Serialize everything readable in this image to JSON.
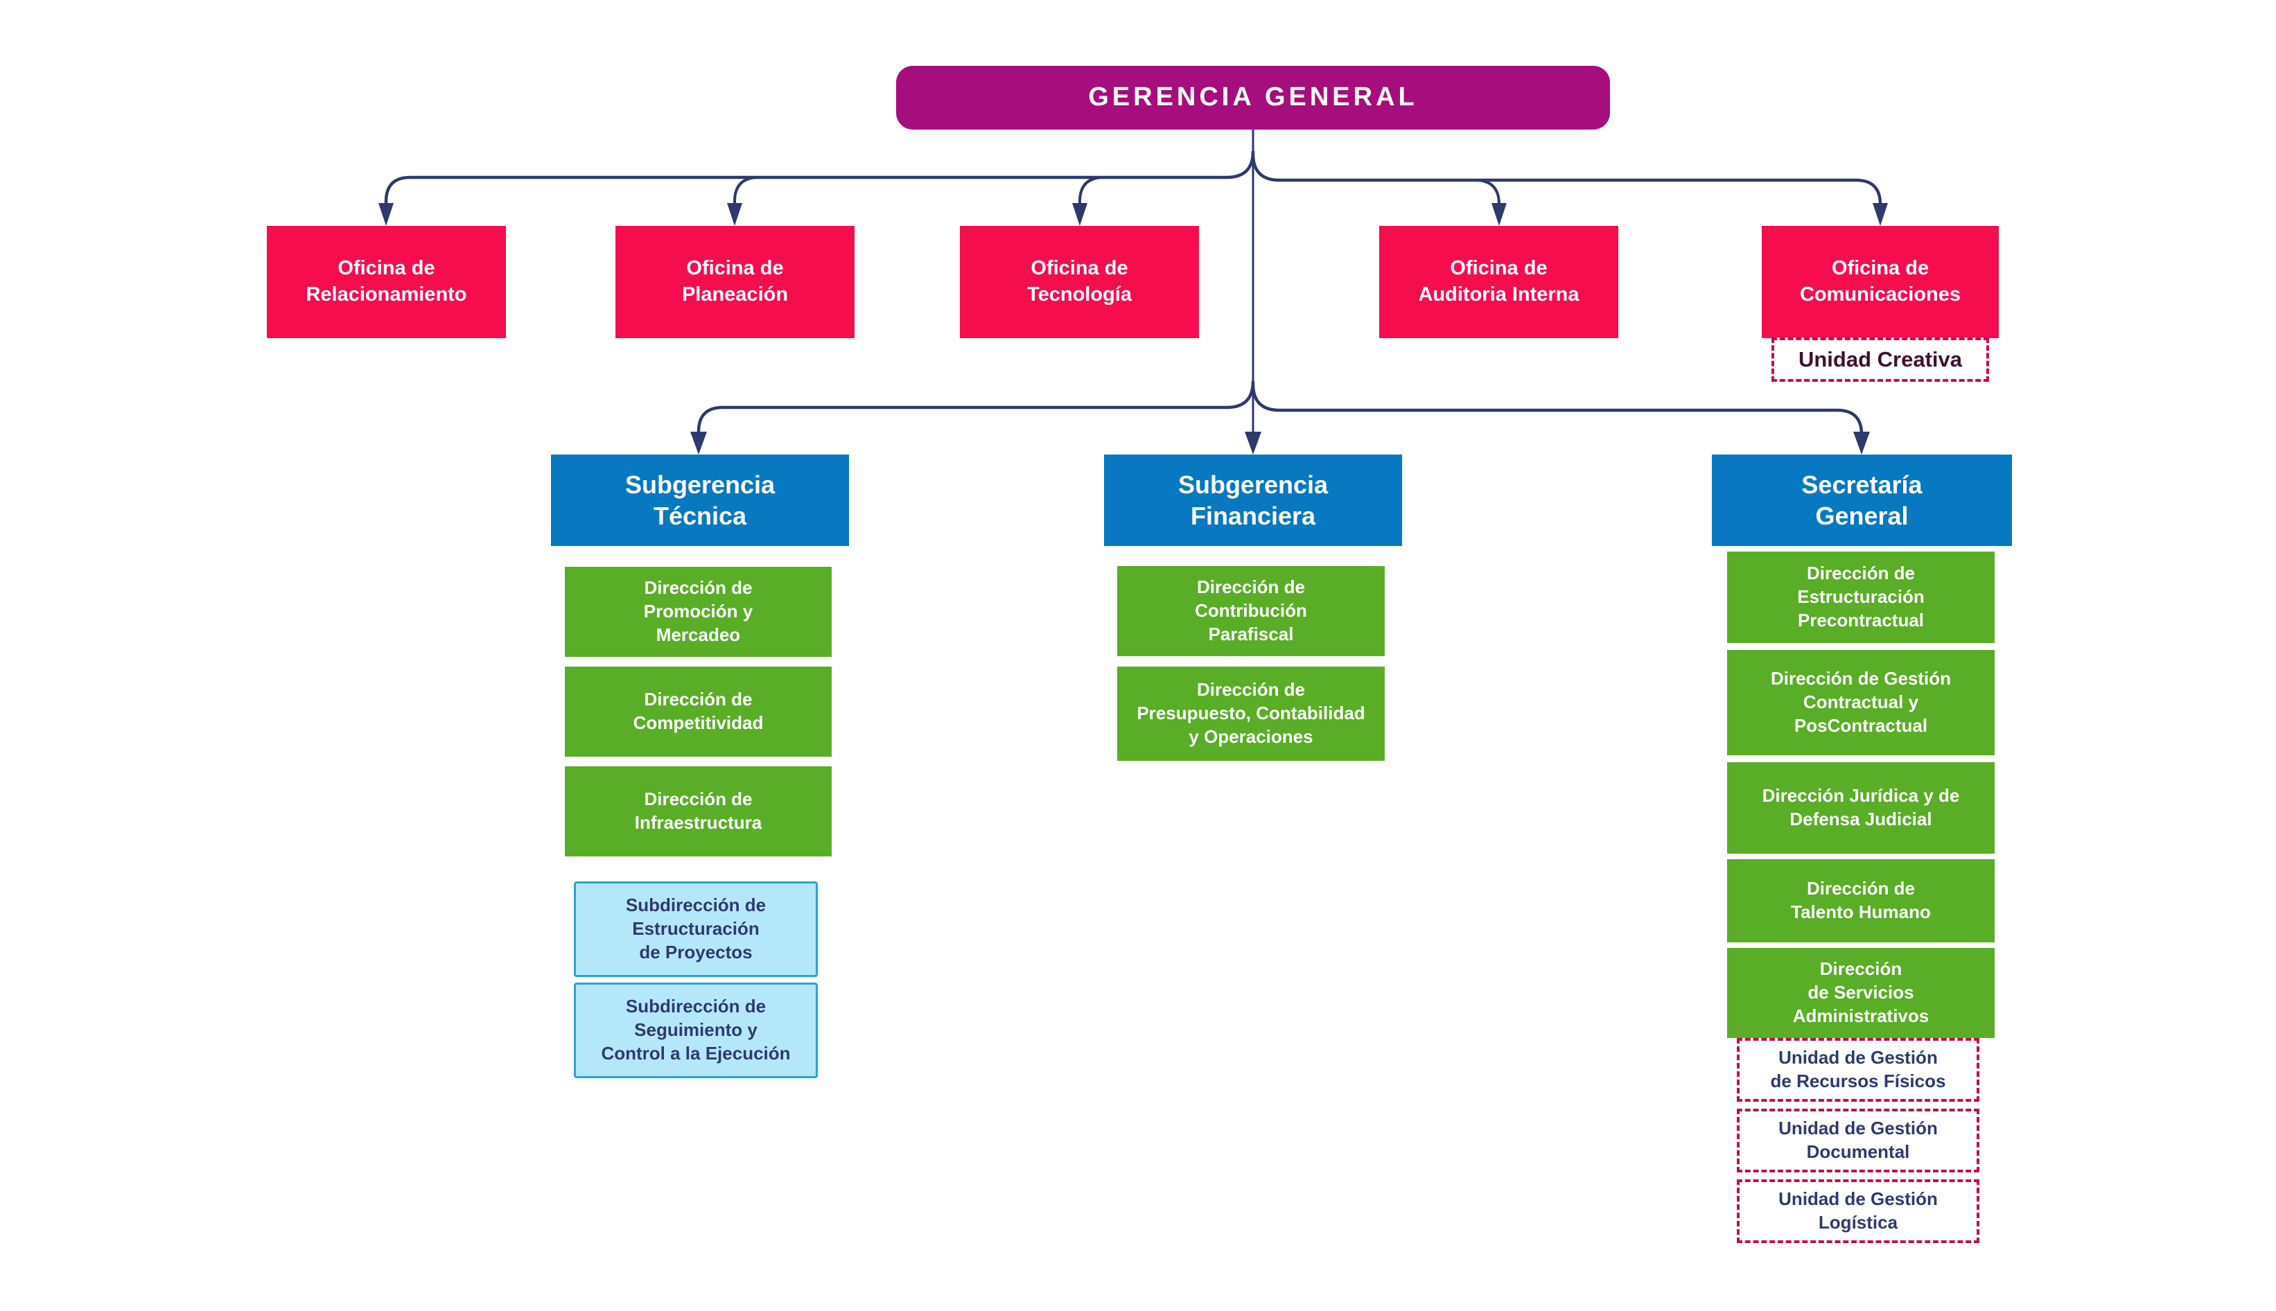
{
  "root": {
    "label": "GERENCIA GENERAL"
  },
  "colors": {
    "root_magenta": "#A60D7D",
    "office_red": "#F50D4E",
    "division_blue": "#0878C0",
    "direction_green": "#5AAD27",
    "subdirection_fill": "#B5E7FA",
    "subdirection_border": "#28A3DC",
    "connector_navy": "#2E3A6E",
    "dashed_crimson": "#C30D4F",
    "creativa_text": "#3D1330",
    "box_text": "#ffffff"
  },
  "offices": [
    {
      "label": "Oficina de\nRelacionamiento"
    },
    {
      "label": "Oficina de\nPlaneación"
    },
    {
      "label": "Oficina de\nTecnología"
    },
    {
      "label": "Oficina de\nAuditoria Interna"
    },
    {
      "label": "Oficina de\nComunicaciones",
      "unit": {
        "label": "Unidad Creativa"
      }
    }
  ],
  "divisions": [
    {
      "label": "Subgerencia\nTécnica",
      "directions": [
        {
          "label": "Dirección de\nPromoción y\nMercadeo"
        },
        {
          "label": "Dirección de\nCompetitividad"
        },
        {
          "label": "Dirección de\nInfraestructura"
        }
      ],
      "subdirections": [
        {
          "label": "Subdirección de\nEstructuración\nde Proyectos"
        },
        {
          "label": "Subdirección de\nSeguimiento y\nControl a la Ejecución"
        }
      ]
    },
    {
      "label": "Subgerencia\nFinanciera",
      "directions": [
        {
          "label": "Dirección de\nContribución\nParafiscal"
        },
        {
          "label": "Dirección de\nPresupuesto, Contabilidad\ny Operaciones"
        }
      ]
    },
    {
      "label": "Secretaría\nGeneral",
      "directions": [
        {
          "label": "Dirección de\nEstructuración\nPrecontractual"
        },
        {
          "label": "Dirección de Gestión\nContractual y\nPosContractual"
        },
        {
          "label": "Dirección Jurídica y de\nDefensa Judicial"
        },
        {
          "label": "Dirección de\nTalento Humano"
        },
        {
          "label": "Dirección\nde Servicios\nAdministrativos"
        }
      ],
      "units": [
        {
          "label": "Unidad de Gestión\nde Recursos Físicos"
        },
        {
          "label": "Unidad de Gestión\nDocumental"
        },
        {
          "label": "Unidad de Gestión\nLogística"
        }
      ]
    }
  ]
}
